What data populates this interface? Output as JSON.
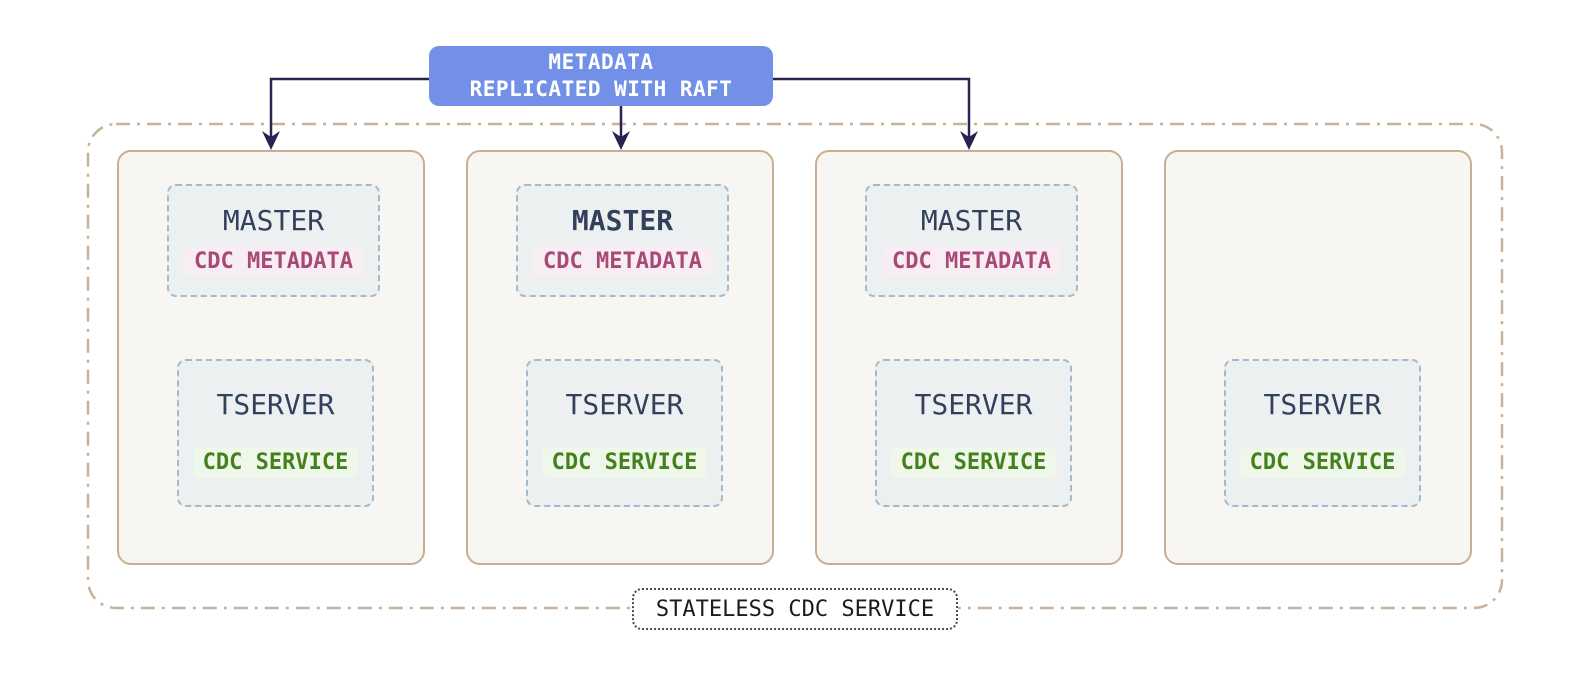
{
  "diagram": {
    "raft_box": {
      "line1": "METADATA",
      "line2": "REPLICATED WITH RAFT"
    },
    "cluster_label": "STATELESS CDC SERVICE",
    "nodes": [
      {
        "master_label": "MASTER",
        "master_chip": "CDC METADATA",
        "master_bold": false,
        "tserver_label": "TSERVER",
        "tserver_chip": "CDC SERVICE"
      },
      {
        "master_label": "MASTER",
        "master_chip": "CDC METADATA",
        "master_bold": true,
        "tserver_label": "TSERVER",
        "tserver_chip": "CDC SERVICE"
      },
      {
        "master_label": "MASTER",
        "master_chip": "CDC METADATA",
        "master_bold": false,
        "tserver_label": "TSERVER",
        "tserver_chip": "CDC SERVICE"
      },
      {
        "tserver_label": "TSERVER",
        "tserver_chip": "CDC SERVICE"
      }
    ],
    "colors": {
      "raft_box_fill": "#7390E8",
      "raft_box_text": "#FFFFFF",
      "arrow": "#28234F",
      "node_border": "#C9AE93",
      "node_fill": "#F8F6F2",
      "cluster_border": "#C8B29B",
      "subbox_border": "#A4B9C9",
      "subbox_fill": "#ECF0F1",
      "server_text": "#32405B",
      "metadata_chip_text": "#A84A78",
      "metadata_chip_fill": "#F8EDF3",
      "service_chip_text": "#44801C",
      "service_chip_fill": "#EFF7EA",
      "cluster_label_text": "#1B1B1B"
    }
  }
}
